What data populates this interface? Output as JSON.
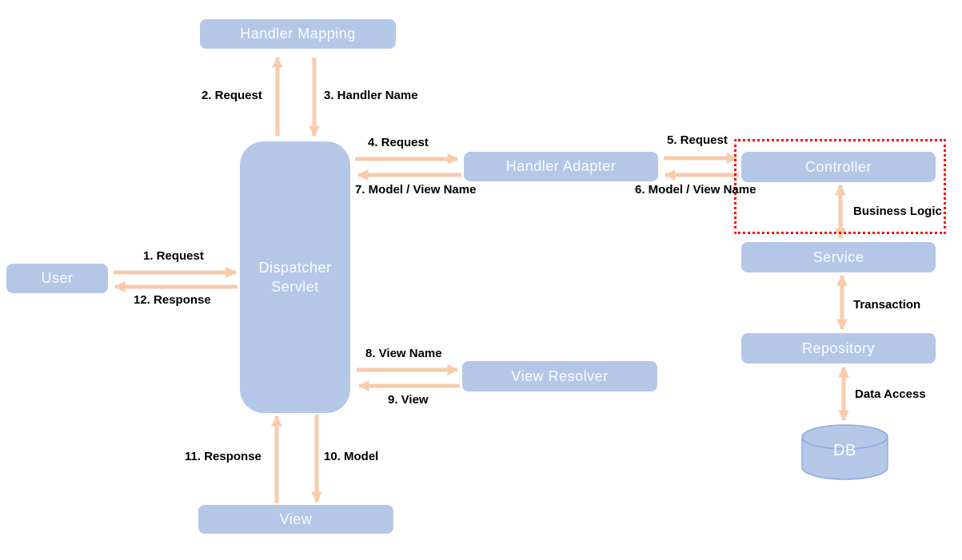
{
  "diagram": {
    "title": "Spring MVC request flow diagram",
    "nodes": {
      "handler_mapping": {
        "label": "Handler Mapping"
      },
      "dispatcher": {
        "label": "Dispatcher Servlet"
      },
      "handler_adapter": {
        "label": "Handler Adapter"
      },
      "controller": {
        "label": "Controller"
      },
      "service": {
        "label": "Service"
      },
      "repository": {
        "label": "Repository"
      },
      "db": {
        "label": "DB"
      },
      "user": {
        "label": "User"
      },
      "view_resolver": {
        "label": "View Resolver"
      },
      "view": {
        "label": "View"
      }
    },
    "edges": {
      "e1": "1. Request",
      "e2": "2. Request",
      "e3": "3. Handler Name",
      "e4": "4. Request",
      "e5": "5. Request",
      "e6": "6. Model / View Name",
      "e7": "7. Model / View Name",
      "e8": "8. View Name",
      "e9": "9. View",
      "e10": "10. Model",
      "e11": "11. Response",
      "e12": "12. Response",
      "business_logic": "Business Logic",
      "transaction": "Transaction",
      "data_access": "Data Access"
    },
    "colors": {
      "node_fill": "#B4C7E7",
      "node_text": "#FDFDFD",
      "arrow": "#F8CBAD",
      "label_text": "#000000",
      "highlight_border": "#FF0000",
      "cylinder_stroke": "#8FAADC"
    }
  }
}
